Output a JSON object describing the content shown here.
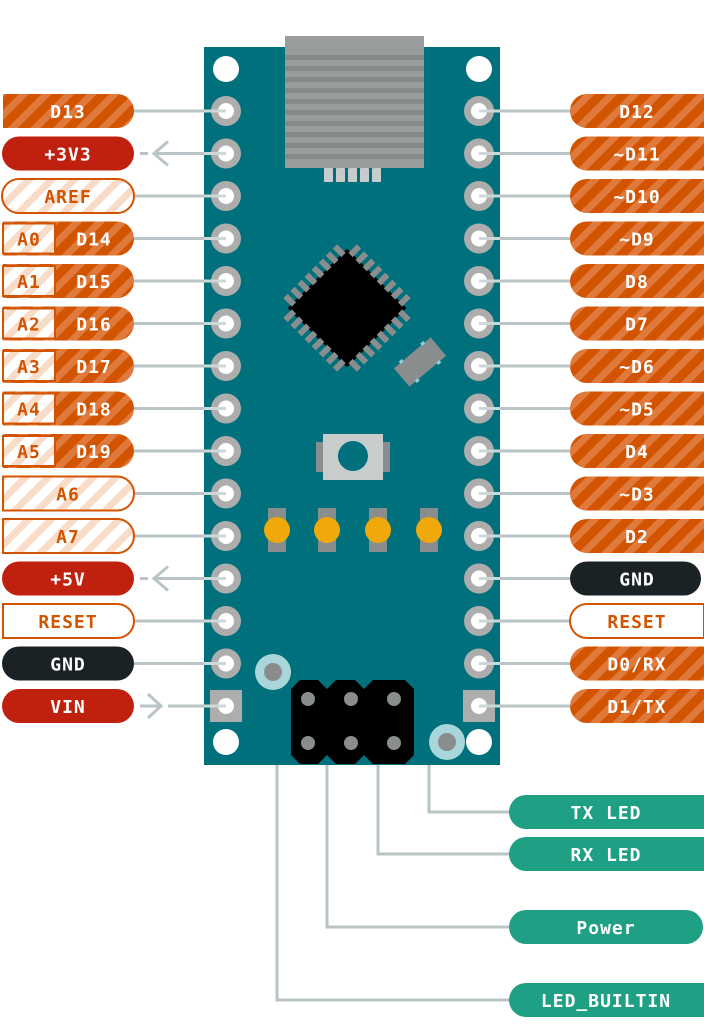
{
  "title": "Arduino Nano Pinout",
  "colors": {
    "digital": "#d35400",
    "analog_fill": "#fbe3d3",
    "analog_stroke": "#d35400",
    "power": "#c0210f",
    "ground": "#1b2225",
    "reset_stroke": "#d35400",
    "led": "#1fa085",
    "board": "#00707c",
    "pad": "#adadad",
    "wire": "#b9c4c6",
    "led_dot": "#f0a90a"
  },
  "left_pins": [
    {
      "label": "D13",
      "type": "digital",
      "arrow": "none"
    },
    {
      "label": "+3V3",
      "type": "power",
      "arrow": "out"
    },
    {
      "label": "AREF",
      "type": "analog-only",
      "arrow": "none"
    },
    {
      "label": "D14",
      "analog": "A0",
      "type": "digital-analog",
      "arrow": "none"
    },
    {
      "label": "D15",
      "analog": "A1",
      "type": "digital-analog",
      "arrow": "none"
    },
    {
      "label": "D16",
      "analog": "A2",
      "type": "digital-analog",
      "arrow": "none"
    },
    {
      "label": "D17",
      "analog": "A3",
      "type": "digital-analog",
      "arrow": "none"
    },
    {
      "label": "D18",
      "analog": "A4",
      "type": "digital-analog",
      "arrow": "none"
    },
    {
      "label": "D19",
      "analog": "A5",
      "type": "digital-analog",
      "arrow": "none"
    },
    {
      "label": "A6",
      "type": "analog-only",
      "arrow": "none"
    },
    {
      "label": "A7",
      "type": "analog-only",
      "arrow": "none"
    },
    {
      "label": "+5V",
      "type": "power",
      "arrow": "out"
    },
    {
      "label": "RESET",
      "type": "reset",
      "arrow": "none"
    },
    {
      "label": "GND",
      "type": "ground",
      "arrow": "none"
    },
    {
      "label": "VIN",
      "type": "power",
      "arrow": "in"
    }
  ],
  "right_pins": [
    {
      "label": "D12",
      "type": "digital"
    },
    {
      "label": "~D11",
      "type": "digital"
    },
    {
      "label": "~D10",
      "type": "digital"
    },
    {
      "label": "~D9",
      "type": "digital"
    },
    {
      "label": "D8",
      "type": "digital"
    },
    {
      "label": "D7",
      "type": "digital"
    },
    {
      "label": "~D6",
      "type": "digital"
    },
    {
      "label": "~D5",
      "type": "digital"
    },
    {
      "label": "D4",
      "type": "digital"
    },
    {
      "label": "~D3",
      "type": "digital"
    },
    {
      "label": "D2",
      "type": "digital"
    },
    {
      "label": "GND",
      "type": "ground"
    },
    {
      "label": "RESET",
      "type": "reset"
    },
    {
      "label": "D0/RX",
      "type": "digital"
    },
    {
      "label": "D1/TX",
      "type": "digital"
    }
  ],
  "leds": [
    {
      "label": "TX LED"
    },
    {
      "label": "RX LED"
    },
    {
      "label": "Power"
    },
    {
      "label": "LED_BUILTIN"
    }
  ]
}
